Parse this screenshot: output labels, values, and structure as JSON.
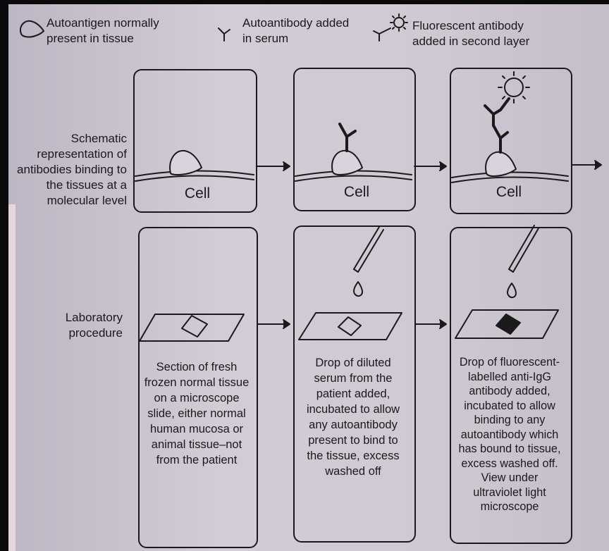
{
  "legend": {
    "autoantigen": "Autoantigen normally\npresent in tissue",
    "autoantibody": "Autoantibody added\nin serum",
    "fluorescent": "Fluorescent antibody\nadded in second layer"
  },
  "rows": {
    "schematic_label": "Schematic\nrepresentation of\nantibodies binding to\nthe tissues at a\nmolecular level",
    "lab_label": "Laboratory\nprocedure"
  },
  "cells": [
    "Cell",
    "Cell",
    "Cell"
  ],
  "steps": [
    "Section of fresh\nfrozen normal tissue\non a microscope\nslide, either normal\nhuman mucosa or\nanimal tissue–not\nfrom the patient",
    "Drop of diluted\nserum from the\npatient added,\nincubated to allow\nany autoantibody\npresent to bind to\nthe tissue, excess\nwashed off",
    "Drop of fluorescent-\nlabelled anti-IgG\nantibody added,\nincubated to allow\nbinding to any\nautoantibody which\nhas bound to tissue,\nexcess washed off.\nView under\nultraviolet light\nmicroscope"
  ],
  "colors": {
    "ink": "#1a1a1a",
    "paper": "#c9c3cf",
    "border": "#0a0a0a"
  }
}
